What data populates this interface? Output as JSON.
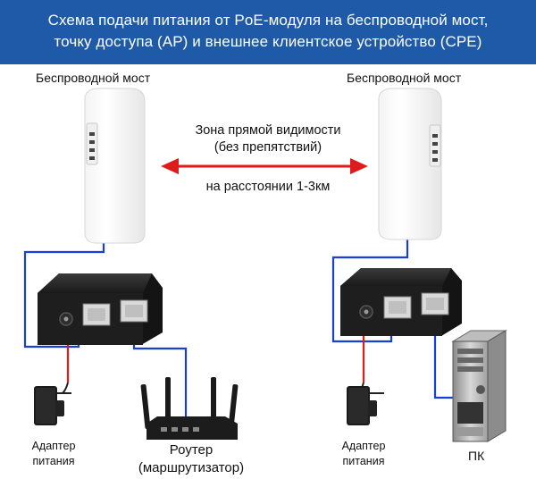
{
  "header": {
    "title_line1": "Схема подачи питания от PoE-модуля на беспроводной мост,",
    "title_line2": "точку доступа (AP) и внешнее клиентское устройство (CPE)"
  },
  "devices": {
    "bridge_left_label": "Беспроводной мост",
    "bridge_right_label": "Беспроводной мост",
    "adapter_left_line1": "Адаптер",
    "adapter_left_line2": "питания",
    "adapter_right_line1": "Адаптер",
    "adapter_right_line2": "питания",
    "router_line1": "Роутер",
    "router_line2": "(маршрутизатор)",
    "pc_label": "ПК"
  },
  "link": {
    "line1": "Зона прямой видимости",
    "line2": "(без препятствий)",
    "line3": "на расстоянии 1-3км"
  },
  "colors": {
    "header_bg": "#1e5aa8",
    "cable_blue": "#1a3fd6",
    "cable_red": "#e01b1b",
    "arrow_red": "#e01b1b"
  }
}
